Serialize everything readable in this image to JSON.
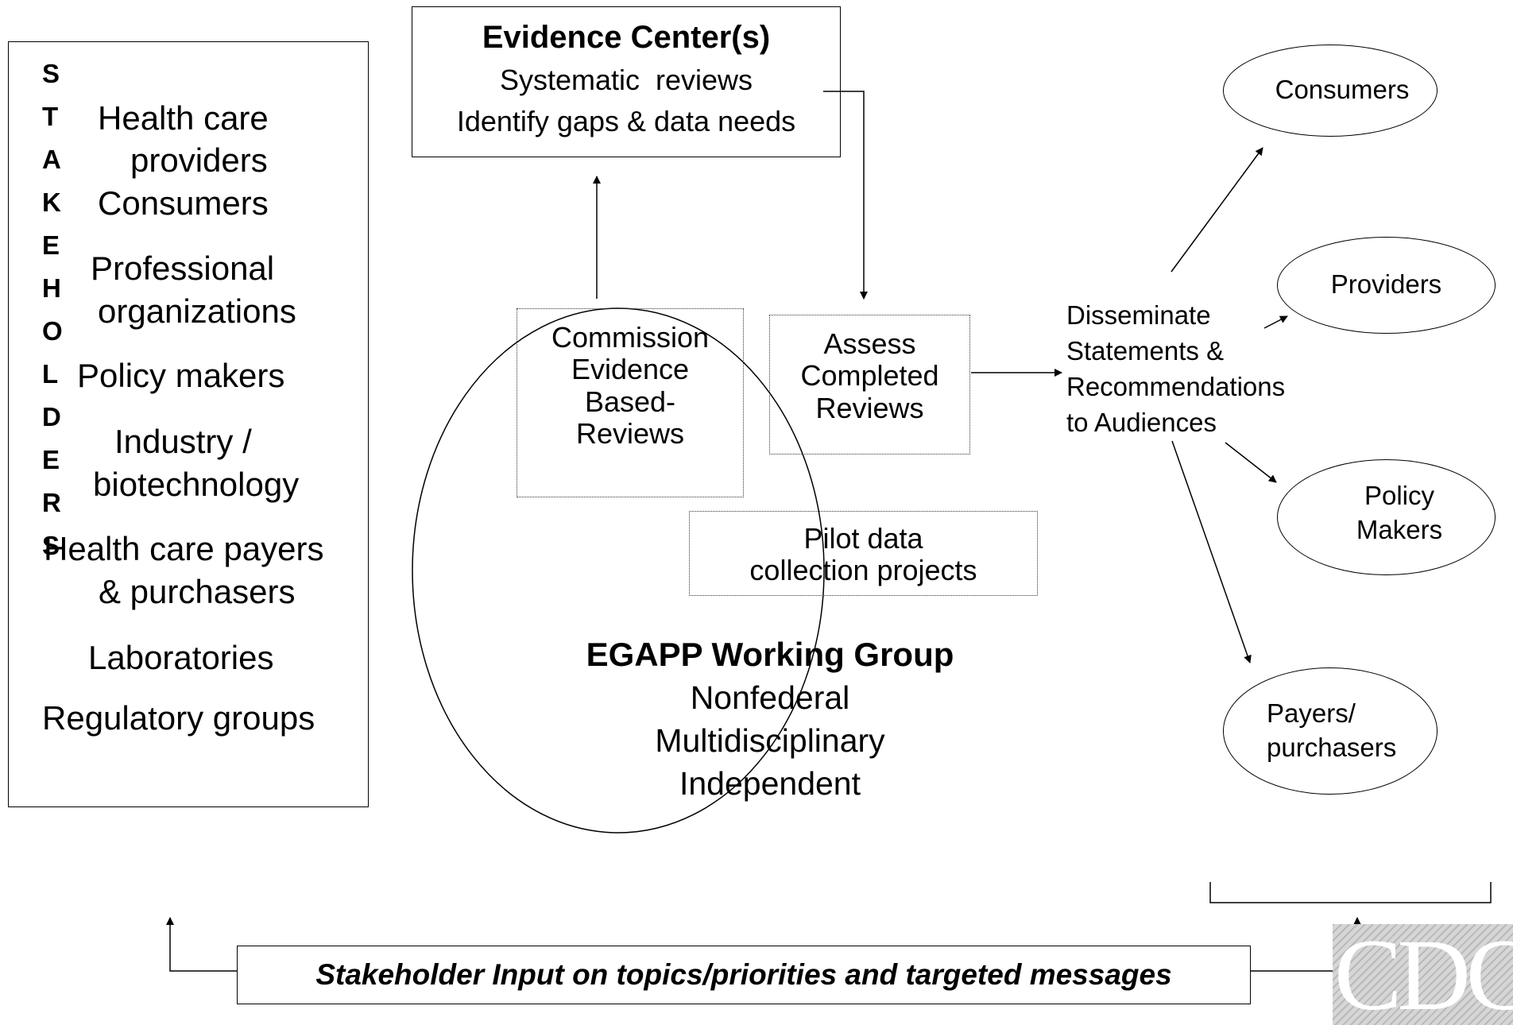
{
  "stakeholders": {
    "vertical_title_letters": [
      "S",
      "T",
      "A",
      "K",
      "E",
      "H",
      "O",
      "L",
      "D",
      "E",
      "R",
      "S"
    ],
    "lines": [
      "Health care",
      "providers",
      "Consumers",
      "Professional",
      "organizations",
      "Policy makers",
      "Industry /",
      "biotechnology",
      "Health care payers",
      "& purchasers",
      "Laboratories",
      "Regulatory groups"
    ]
  },
  "evidence_center": {
    "title": "Evidence Center(s)",
    "line1": "Systematic  reviews",
    "line2": "Identify gaps & data needs"
  },
  "working_group": {
    "commission_lines": [
      "Commission",
      "Evidence",
      "Based-",
      "Reviews"
    ],
    "assess_lines": [
      "Assess",
      "Completed",
      "Reviews"
    ],
    "pilot_lines": [
      "Pilot data",
      "collection projects"
    ],
    "title": "EGAPP Working Group",
    "attributes": [
      "Nonfederal",
      "Multidisciplinary",
      "Independent"
    ]
  },
  "disseminate": {
    "lines": [
      "Disseminate",
      "Statements &",
      "Recommendations",
      "to Audiences"
    ]
  },
  "audiences": {
    "consumers": [
      "Consumers"
    ],
    "providers": [
      "Providers"
    ],
    "policy_makers": [
      "Policy",
      "Makers"
    ],
    "payers": [
      "Payers/",
      "purchasers"
    ]
  },
  "stakeholder_input": "Stakeholder Input on topics/priorities and targeted messages",
  "logo": {
    "text": "CDC",
    "icon": "cdc-logo"
  }
}
